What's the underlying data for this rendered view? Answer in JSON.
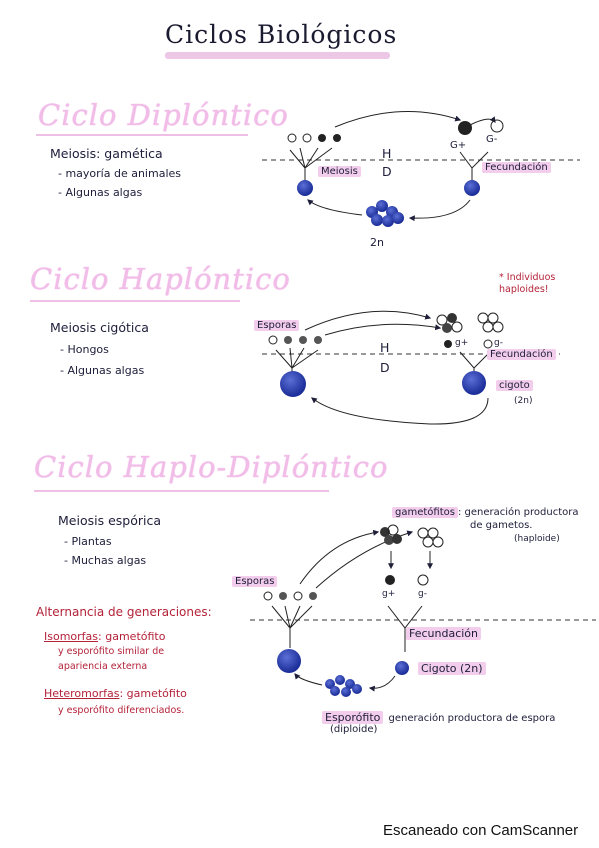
{
  "title": "Ciclos Biológicos",
  "diplontico": {
    "title": "Ciclo Diplóntico",
    "meiosis": "Meiosis: gamética",
    "items": [
      "- mayoría de animales",
      "- Algunas algas"
    ],
    "labels": {
      "meiosis": "Meiosis",
      "fecundacion": "Fecundación",
      "h": "H",
      "d": "D",
      "n2": "2n",
      "gamete_plus": "G+",
      "gamete_minus": "G-"
    }
  },
  "haplontico": {
    "title": "Ciclo Haplóntico",
    "meiosis": "Meiosis cigótica",
    "items": [
      "- Hongos",
      "- Algunas algas"
    ],
    "side_note": "* Individuos haploides!",
    "labels": {
      "esporas": "Esporas",
      "fecundacion": "Fecundación",
      "h": "H",
      "d": "D",
      "cigoto": "cigoto",
      "cigoto_n": "(2n)",
      "g_plus": "g+",
      "g_minus": "g-"
    }
  },
  "haplodiplontico": {
    "title": "Ciclo Haplo-Diplóntico",
    "meiosis": "Meiosis espórica",
    "items": [
      "- Plantas",
      "- Muchas algas"
    ],
    "labels": {
      "gametofitos": "gametófitos",
      "gametofitos_desc": ": generación productora",
      "gametofitos_desc2": "de gametos.",
      "haploide": "(haploide)",
      "esporas": "Esporas",
      "g_plus": "g+",
      "g_minus": "g-",
      "fecundacion": "Fecundación",
      "cigoto": "Cigoto (2n)",
      "esporofito": "Esporófito",
      "esporofito_desc": "generación productora de espora",
      "diploide": "(diploide)"
    }
  },
  "alternancia": {
    "title": "Alternancia de generaciones:",
    "isomorfas_label": "Isomorfas",
    "isomorfas_text": ": gametófito",
    "isomorfas_line2": "y esporófito similar de",
    "isomorfas_line3": "apariencia externa",
    "heteromorfas_label": "Heteromorfas",
    "heteromorfas_text": ": gametófito",
    "heteromorfas_line2": "y esporófito diferenciados."
  },
  "scanner": "Escaneado con CamScanner"
}
